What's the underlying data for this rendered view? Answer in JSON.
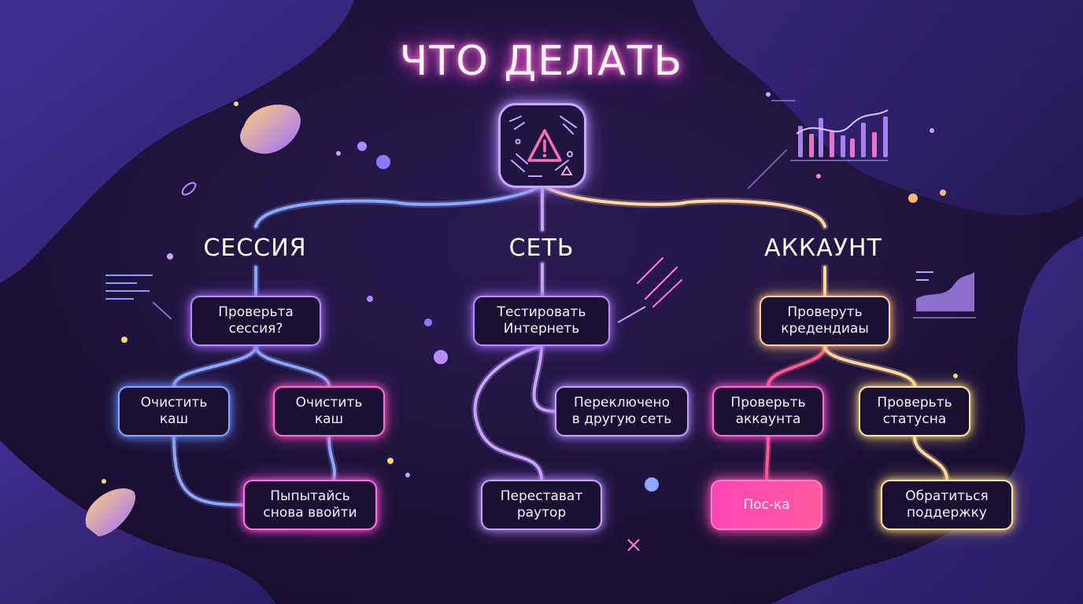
{
  "title": "ЧТО ДЕЛАТЬ",
  "hub_icon": "warning-icon",
  "branches": [
    {
      "heading": "СЕССИЯ",
      "nodes": [
        {
          "id": "s1",
          "label": "Проверьта\nсессия?"
        },
        {
          "id": "s2",
          "label": "Очистить\nкаш"
        },
        {
          "id": "s3",
          "label": "Очистить\nкаш"
        },
        {
          "id": "s4",
          "label": "Пыпытайсь\nснова ввойти"
        }
      ]
    },
    {
      "heading": "СЕТЬ",
      "nodes": [
        {
          "id": "n1",
          "label": "Тестировать\nИнтернеть"
        },
        {
          "id": "n2",
          "label": "Переключено\nв другую сеть"
        },
        {
          "id": "n3",
          "label": "Перестават\nраутор"
        }
      ]
    },
    {
      "heading": "АККАУНТ",
      "nodes": [
        {
          "id": "a1",
          "label": "Проверуть\nкредендиаы"
        },
        {
          "id": "a2",
          "label": "Проверьть\nаккаунта"
        },
        {
          "id": "a3",
          "label": "Проверьть\nстатусна"
        },
        {
          "id": "a4",
          "label": "Пос-ка"
        },
        {
          "id": "a5",
          "label": "Обратиться\nподдержку"
        }
      ]
    }
  ],
  "edges": [
    [
      "hub",
      "s1"
    ],
    [
      "hub",
      "n1"
    ],
    [
      "hub",
      "a1"
    ],
    [
      "s1",
      "s2"
    ],
    [
      "s1",
      "s3"
    ],
    [
      "s2",
      "s4"
    ],
    [
      "s3",
      "s4"
    ],
    [
      "n1",
      "n2"
    ],
    [
      "n1",
      "n3"
    ],
    [
      "a1",
      "a2"
    ],
    [
      "a1",
      "a3"
    ],
    [
      "a2",
      "a4"
    ],
    [
      "a3",
      "a5"
    ]
  ],
  "colors": {
    "background": "#1b1235",
    "blob": "#3a2a8a",
    "session_line": "#8aa8ff",
    "network_line": "#c9a2ff",
    "account_line": "#ff5a8a",
    "account_light": "#ffd9a0"
  }
}
